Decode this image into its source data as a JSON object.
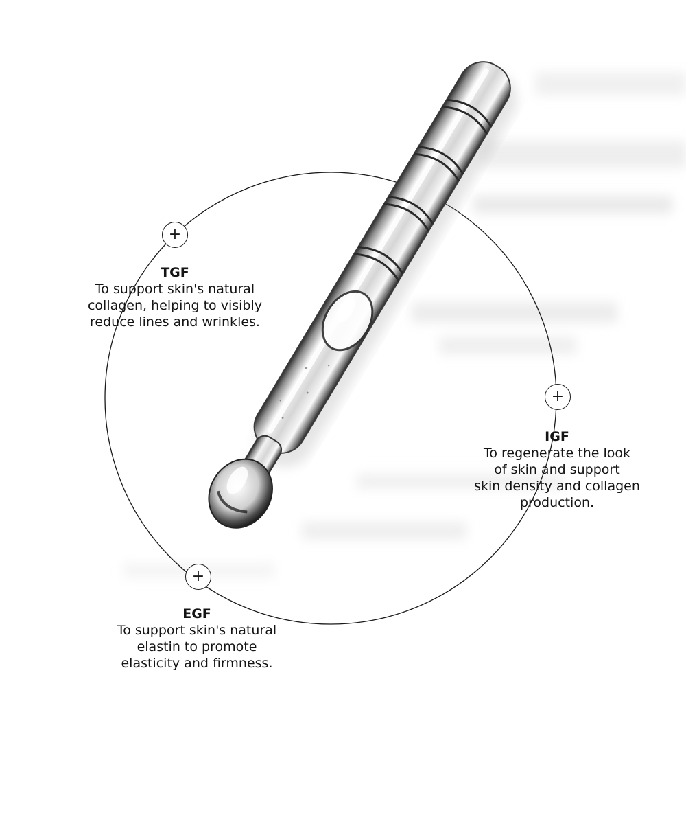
{
  "callouts": {
    "tgf": {
      "title": "TGF",
      "description": "To support skin's natural\ncollagen, helping to visibly\nreduce lines and wrinkles."
    },
    "igf": {
      "title": "IGF",
      "description": "To regenerate the look\nof skin and support\nskin density and collagen\nproduction."
    },
    "egf": {
      "title": "EGF",
      "description": "To support skin's natural\nelastin to promote\nelasticity and firmness."
    }
  },
  "icons": {
    "expand": "plus-icon",
    "product": "glass-dropper-pipette"
  },
  "colors": {
    "background": "#ffffff",
    "line": "#1a1a1a",
    "text": "#141414",
    "glass_shadow": "#9a9a9a"
  }
}
